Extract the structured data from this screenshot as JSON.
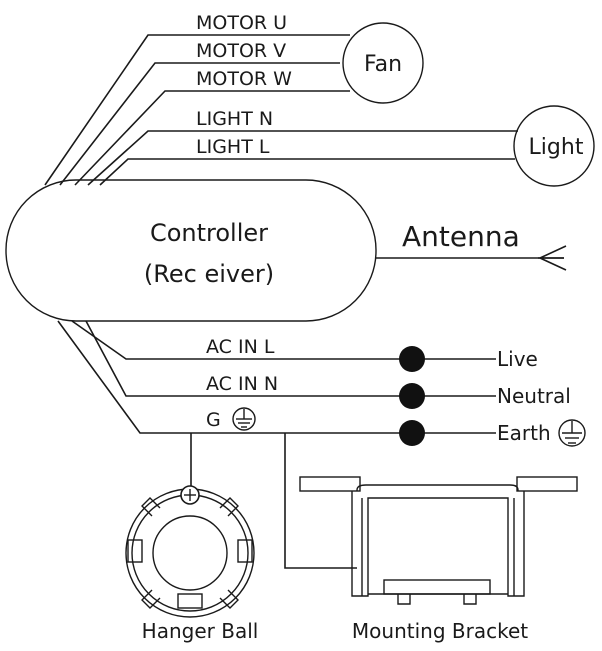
{
  "motor_wires": [
    "MOTOR U",
    "MOTOR V",
    "MOTOR W"
  ],
  "fan_label": "Fan",
  "light_wires": [
    "LIGHT N",
    "LIGHT L"
  ],
  "light_label": "Light",
  "controller": {
    "line1": "Controller",
    "line2": "(Rec eiver)"
  },
  "antenna_label": "Antenna",
  "ac_wires": [
    "AC IN L",
    "AC IN N"
  ],
  "ground_label": "G",
  "terminals": [
    "Live",
    "Neutral",
    "Earth"
  ],
  "hanger_ball_label": "Hanger Ball",
  "mounting_bracket_label": "Mounting Bracket"
}
